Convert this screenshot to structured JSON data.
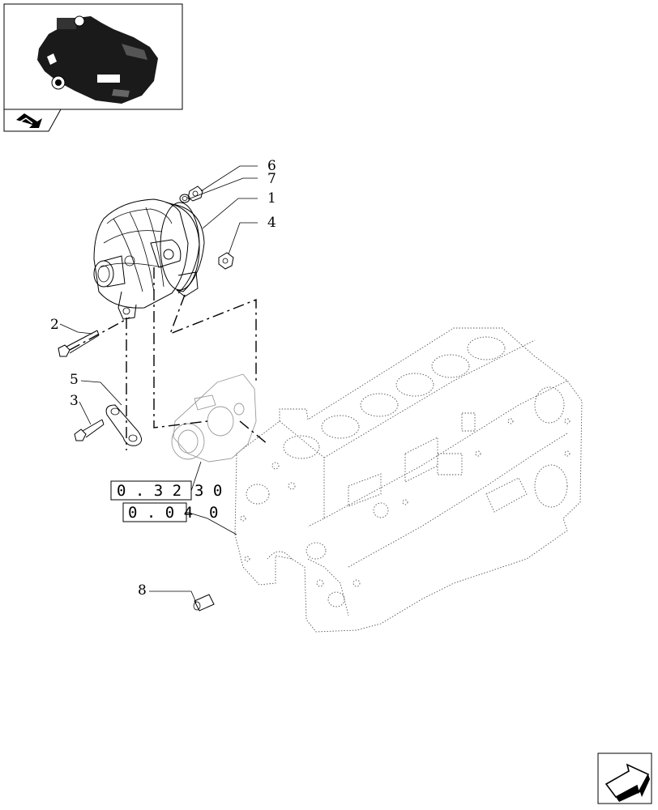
{
  "thumbnail": {
    "icon": "engine-thumbnail",
    "nav_icon": "page-arrow-icon"
  },
  "parts": [
    {
      "id": "p1",
      "num": "1"
    },
    {
      "id": "p2",
      "num": "2"
    },
    {
      "id": "p3",
      "num": "3"
    },
    {
      "id": "p4",
      "num": "4"
    },
    {
      "id": "p5",
      "num": "5"
    },
    {
      "id": "p6",
      "num": "6"
    },
    {
      "id": "p7",
      "num": "7"
    },
    {
      "id": "p8",
      "num": "8"
    }
  ],
  "references": [
    {
      "boxed": "0 . 3 2",
      "suffix": "3  0"
    },
    {
      "boxed": "0 . 0 4",
      "suffix": "0"
    }
  ],
  "footer": {
    "nav_icon": "next-page-arrow-icon"
  }
}
